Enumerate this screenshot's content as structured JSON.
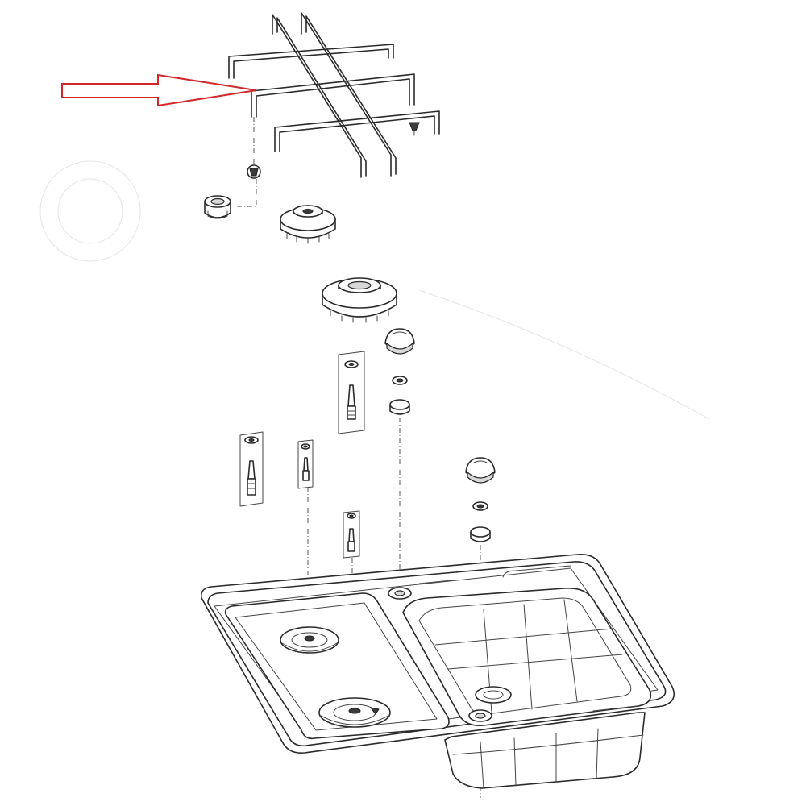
{
  "diagram": {
    "type": "exploded-parts-view",
    "parts": [
      "pan-support-grid",
      "burner-cap-small",
      "burner-cap-large",
      "burner-base-small",
      "burner-base-large",
      "control-knob",
      "knob-ring",
      "knob-bezel",
      "injector-nozzle",
      "gas-valve-spindle",
      "hob-sink-combination"
    ],
    "highlighted_part": "pan-support-grid"
  },
  "colors": {
    "line": "#2a2a2a",
    "pointer_arrow": "#d0282a",
    "background": "#ffffff"
  }
}
